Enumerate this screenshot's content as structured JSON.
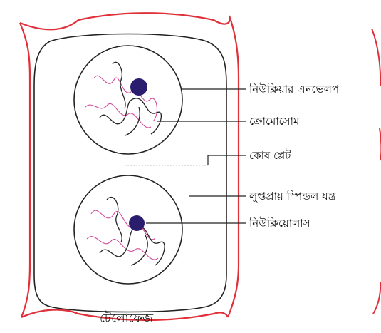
{
  "diagram": {
    "caption": "টেলোফেজ",
    "labels": {
      "nuclear_envelope": "নিউক্লিয়ার এনভেলপ",
      "chromosome": "ক্রোমোসোম",
      "cell_plate": "কোষ প্লেট",
      "spindle": "লুপ্তপ্রায় স্পিন্ডল যন্ত্র",
      "nucleolus": "নিউক্লিয়োলাস"
    },
    "colors": {
      "cell_wall": "#e0303a",
      "outline": "#222222",
      "nucleolus": "#2a1d6e",
      "chromatid_pink": "#d04a9a",
      "chromatid_dark": "#222222"
    }
  }
}
